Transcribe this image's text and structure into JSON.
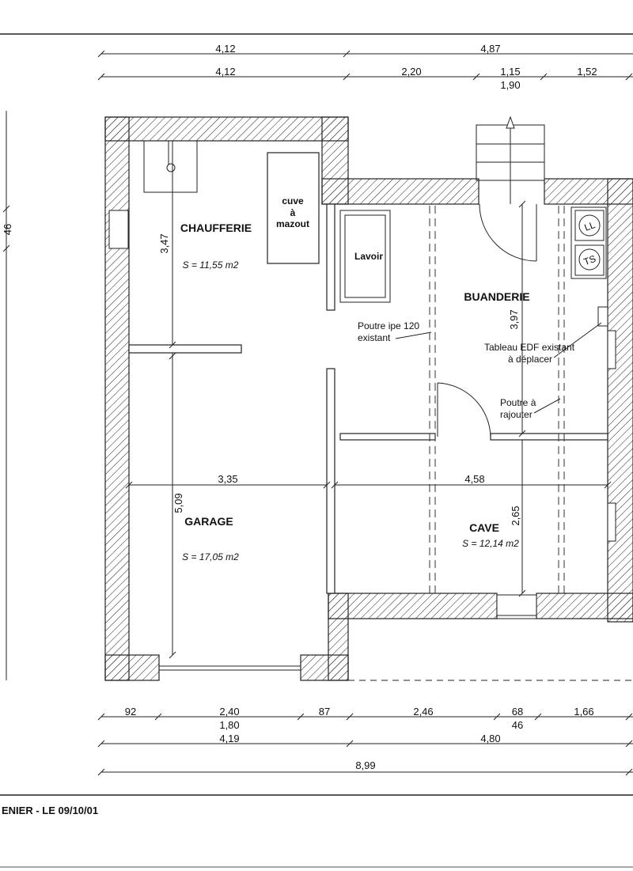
{
  "dimensions": {
    "top_row1": [
      "4,12",
      "4,87"
    ],
    "top_row2": [
      "4,12",
      "2,20",
      "1,15",
      "1,52"
    ],
    "top_row2_sub": "1,90",
    "bottom_row1": [
      "92",
      "2,40",
      "87",
      "2,46",
      "68",
      "1,66"
    ],
    "bottom_row1_sub": [
      "1,80",
      "46"
    ],
    "bottom_row2": [
      "4,19",
      "4,80"
    ],
    "bottom_row3": "8,99",
    "left_side": "46",
    "interior": {
      "chaufferie_height": "3,47",
      "buanderie_height": "3,97",
      "garage_height": "5,09",
      "cave_height": "2,65",
      "garage_width": "3,35",
      "cave_width": "4,58"
    }
  },
  "rooms": {
    "chaufferie": {
      "name": "CHAUFFERIE",
      "area": "S = 11,55 m2"
    },
    "buanderie": {
      "name": "BUANDERIE"
    },
    "garage": {
      "name": "GARAGE",
      "area": "S = 17,05 m2"
    },
    "cave": {
      "name": "CAVE",
      "area": "S = 12,14 m2"
    }
  },
  "fixtures": {
    "cuve": [
      "cuve",
      "à",
      "mazout"
    ],
    "lavoir": "Lavoir",
    "machine1": "LL",
    "machine2": "TS"
  },
  "annotations": {
    "poutre_existant": [
      "Poutre ipe 120",
      "existant"
    ],
    "tableau_edf": [
      "Tableau EDF existant",
      "à déplacer"
    ],
    "poutre_rajouter": [
      "Poutre à",
      "rajouter"
    ]
  },
  "footer": "ENIER -  LE 09/10/01"
}
